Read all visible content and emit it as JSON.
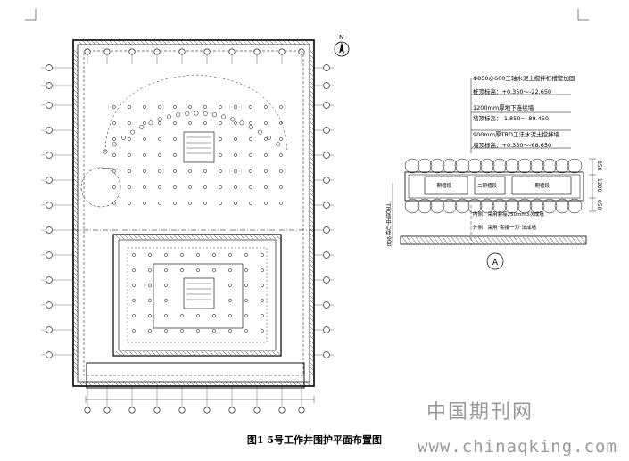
{
  "caption": "图1 5号工作井围护平面布置图",
  "watermark_cn": "中国期刊网",
  "watermark_url": "www.chinaqking.com",
  "north_label": "N",
  "section_label": "A",
  "legend": {
    "line1": "Φ850@600三轴水泥土搅拌桩槽壁加固",
    "line2": "桩顶标高：+0.350～-22.650",
    "line3": "1200mm厚地下连续墙",
    "line4": "墙顶标高：-1.850～-89.450",
    "line5": "900mm厚TRD工法水泥土搅拌墙",
    "line6": "墙顶标高：+0.350～-68.650"
  },
  "section": {
    "wall1": "一期槽段",
    "wall2": "二期槽段",
    "wall3": "一期槽段",
    "note_inner": "内侧：采用套接250mm3次成墙",
    "note_outer": "外侧：采用\"套接一刀\"法成墙",
    "dim_850_top": "850",
    "dim_1200": "1200",
    "dim_850_bot": "850",
    "dim_900": "900",
    "side_label": "TRD墙中心线"
  },
  "colors": {
    "line": "#000000",
    "watermark": "#9a9a9a",
    "background": "#ffffff"
  }
}
